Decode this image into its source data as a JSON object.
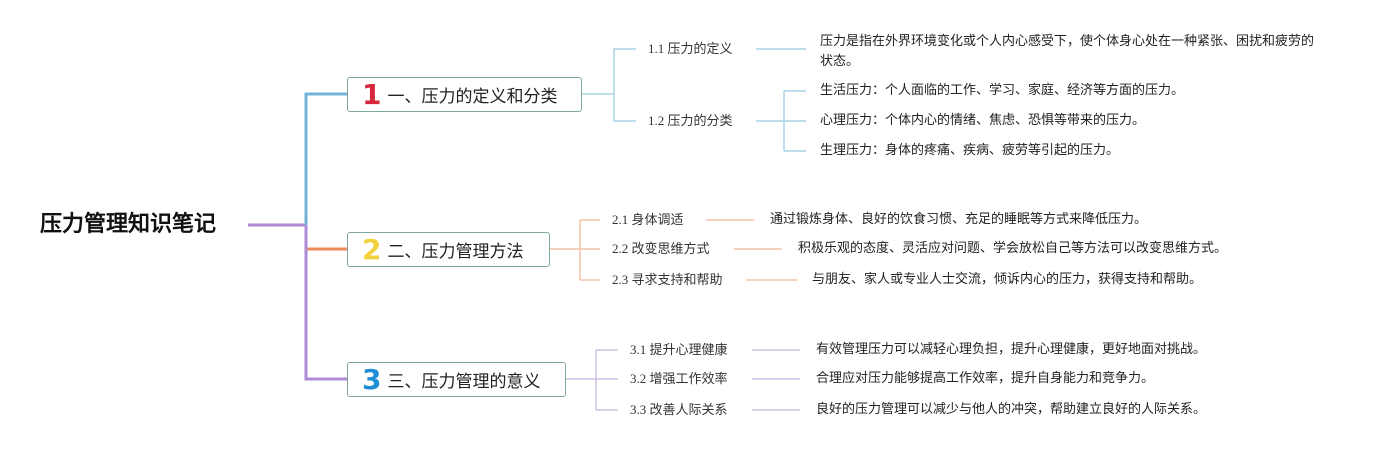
{
  "colors": {
    "root_link": "#b08ad6",
    "branch1": "#6fb3d8",
    "branch2": "#ef8a5a",
    "branch3": "#b08ad6",
    "num1": "#d6283c",
    "num2": "#f2d23e",
    "num3": "#1e8fd4",
    "sub1_link": "#a9d3e6",
    "sub2_link": "#f3c3a6",
    "sub3_link": "#cfc2e6",
    "box_border": "#7fa79c"
  },
  "root": {
    "title": "压力管理知识笔记"
  },
  "branches": [
    {
      "num": "1",
      "label": "一、压力的定义和分类",
      "subs": [
        {
          "label": "1.1 压力的定义",
          "leaves": [
            "压力是指在外界环境变化或个人内心感受下，使个体身心处在一种紧张、困扰和疲劳的状态。"
          ]
        },
        {
          "label": "1.2 压力的分类",
          "leaves": [
            "生活压力：个人面临的工作、学习、家庭、经济等方面的压力。",
            "心理压力：个体内心的情绪、焦虑、恐惧等带来的压力。",
            "生理压力：身体的疼痛、疾病、疲劳等引起的压力。"
          ]
        }
      ]
    },
    {
      "num": "2",
      "label": "二、压力管理方法",
      "subs": [
        {
          "label": "2.1 身体调适",
          "leaves": [
            "通过锻炼身体、良好的饮食习惯、充足的睡眠等方式来降低压力。"
          ]
        },
        {
          "label": "2.2 改变思维方式",
          "leaves": [
            "积极乐观的态度、灵活应对问题、学会放松自己等方法可以改变思维方式。"
          ]
        },
        {
          "label": "2.3 寻求支持和帮助",
          "leaves": [
            "与朋友、家人或专业人士交流，倾诉内心的压力，获得支持和帮助。"
          ]
        }
      ]
    },
    {
      "num": "3",
      "label": "三、压力管理的意义",
      "subs": [
        {
          "label": "3.1 提升心理健康",
          "leaves": [
            "有效管理压力可以减轻心理负担，提升心理健康，更好地面对挑战。"
          ]
        },
        {
          "label": "3.2 增强工作效率",
          "leaves": [
            "合理应对压力能够提高工作效率，提升自身能力和竞争力。"
          ]
        },
        {
          "label": "3.3 改善人际关系",
          "leaves": [
            "良好的压力管理可以减少与他人的冲突，帮助建立良好的人际关系。"
          ]
        }
      ]
    }
  ]
}
